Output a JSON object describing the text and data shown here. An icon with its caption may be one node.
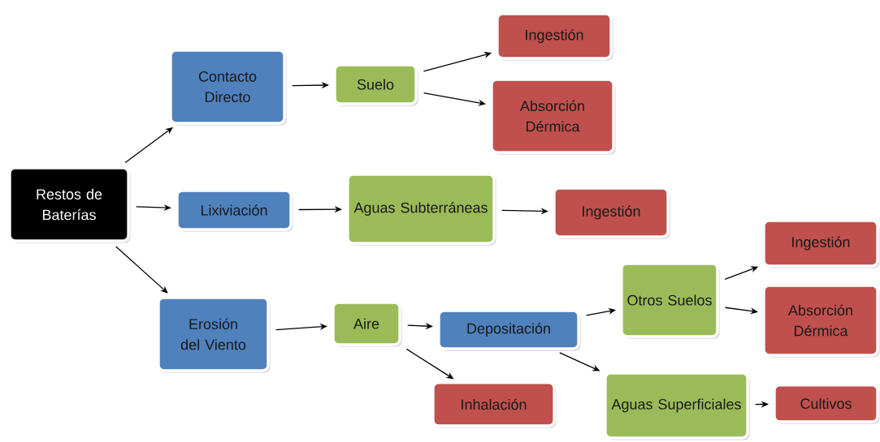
{
  "diagram": {
    "nodes": [
      {
        "text": [
          "Restos de Baterías"
        ]
      },
      {
        "text": [
          "Contacto Directo"
        ]
      },
      {
        "text": [
          "Suelo"
        ]
      },
      {
        "text": [
          "Ingestión"
        ]
      },
      {
        "text": [
          "Absorción Dérmica"
        ]
      },
      {
        "text": [
          "Lixiviación"
        ]
      },
      {
        "text": [
          "Aguas Subterráneas"
        ]
      },
      {
        "text": [
          "Ingestión"
        ]
      },
      {
        "text": [
          "Erosión del Viento"
        ]
      },
      {
        "text": [
          "Aire"
        ]
      },
      {
        "text": [
          "Depositación"
        ]
      },
      {
        "text": [
          "Inhalación"
        ]
      },
      {
        "text": [
          "Otros Suelos"
        ]
      },
      {
        "text": [
          "Ingestión"
        ]
      },
      {
        "text": [
          "Absorción Dérmica"
        ]
      },
      {
        "text": [
          "Aguas Superficiales"
        ]
      },
      {
        "text": [
          "Cultivos"
        ]
      }
    ],
    "edges": [
      {
        "from": 0,
        "to": 1,
        "arrow": "to"
      },
      {
        "from": 0,
        "to": 5,
        "arrow": "to"
      },
      {
        "from": 0,
        "to": 8,
        "arrow": "to"
      },
      {
        "from": 1,
        "to": 2,
        "arrow": "to"
      },
      {
        "from": 2,
        "to": 3,
        "arrow": "to"
      },
      {
        "from": 2,
        "to": 4,
        "arrow": "to"
      },
      {
        "from": 5,
        "to": 6,
        "arrow": "to"
      },
      {
        "from": 6,
        "to": 7,
        "arrow": "to"
      },
      {
        "from": 8,
        "to": 9,
        "arrow": "to"
      },
      {
        "from": 9,
        "to": 10,
        "arrow": "to"
      },
      {
        "from": 9,
        "to": 11,
        "arrow": "to"
      },
      {
        "from": 10,
        "to": 12,
        "arrow": "to"
      },
      {
        "from": 10,
        "to": 15,
        "arrow": "to"
      },
      {
        "from": 12,
        "to": 13,
        "arrow": "to"
      },
      {
        "from": 12,
        "to": 14,
        "arrow": "to"
      },
      {
        "from": 15,
        "to": 16,
        "arrow": "to"
      }
    ]
  }
}
